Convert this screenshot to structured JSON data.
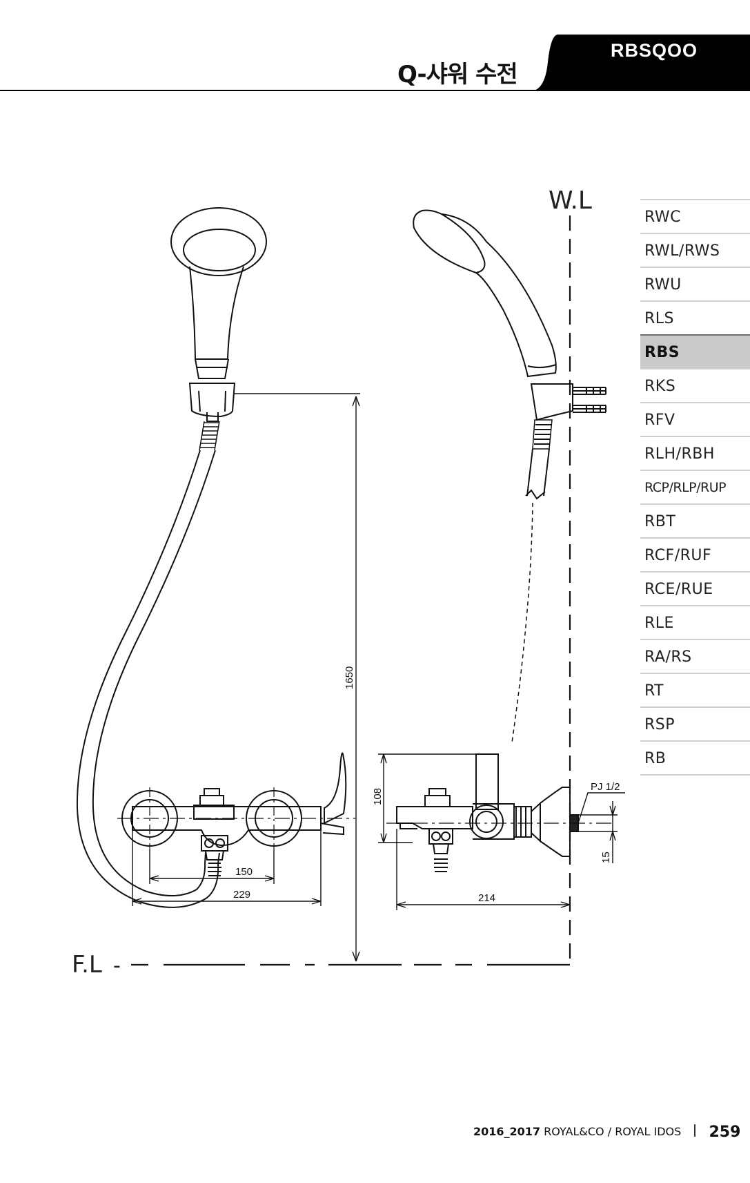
{
  "header": {
    "title": "Q-샤워 수전",
    "model_code": "RBSQOO"
  },
  "drawing": {
    "water_line_label": "W.L",
    "floor_line_label": "F.L",
    "dimensions": {
      "height_1650": "1650",
      "center_150": "150",
      "width_229": "229",
      "height_108": "108",
      "depth_214": "214",
      "connection": "PJ 1/2",
      "offset_15": "15"
    }
  },
  "side_index": {
    "items": [
      {
        "label": "RWC"
      },
      {
        "label": "RWL/RWS"
      },
      {
        "label": "RWU"
      },
      {
        "label": "RLS"
      },
      {
        "label": "RBS",
        "active": true
      },
      {
        "label": "RKS"
      },
      {
        "label": "RFV"
      },
      {
        "label": "RLH/RBH"
      },
      {
        "label": "RCP/RLP/RUP"
      },
      {
        "label": "RBT"
      },
      {
        "label": "RCF/RUF"
      },
      {
        "label": "RCE/RUE"
      },
      {
        "label": "RLE"
      },
      {
        "label": "RA/RS"
      },
      {
        "label": "RT"
      },
      {
        "label": "RSP"
      },
      {
        "label": "RB"
      }
    ],
    "active_color": "#cacaca"
  },
  "footer": {
    "year": "2016_2017",
    "brand": "ROYAL&CO / ROYAL IDOS",
    "page_number": "259"
  }
}
